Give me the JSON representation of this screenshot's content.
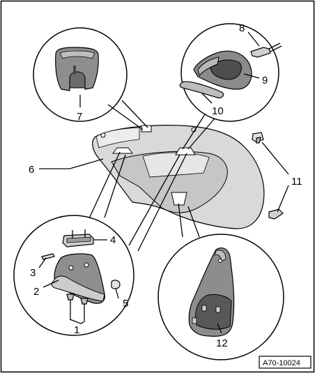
{
  "callouts": [
    "1",
    "2",
    "3",
    "4",
    "5",
    "6",
    "7",
    "8",
    "9",
    "10",
    "11",
    "12"
  ],
  "figure_ref": "A70-10024",
  "colors": {
    "panel": "#d6d6d6",
    "panel_dark": "#9a9a9a",
    "part_mid": "#8c8c8c",
    "part_dark": "#5a5a5a",
    "line": "#000000"
  }
}
